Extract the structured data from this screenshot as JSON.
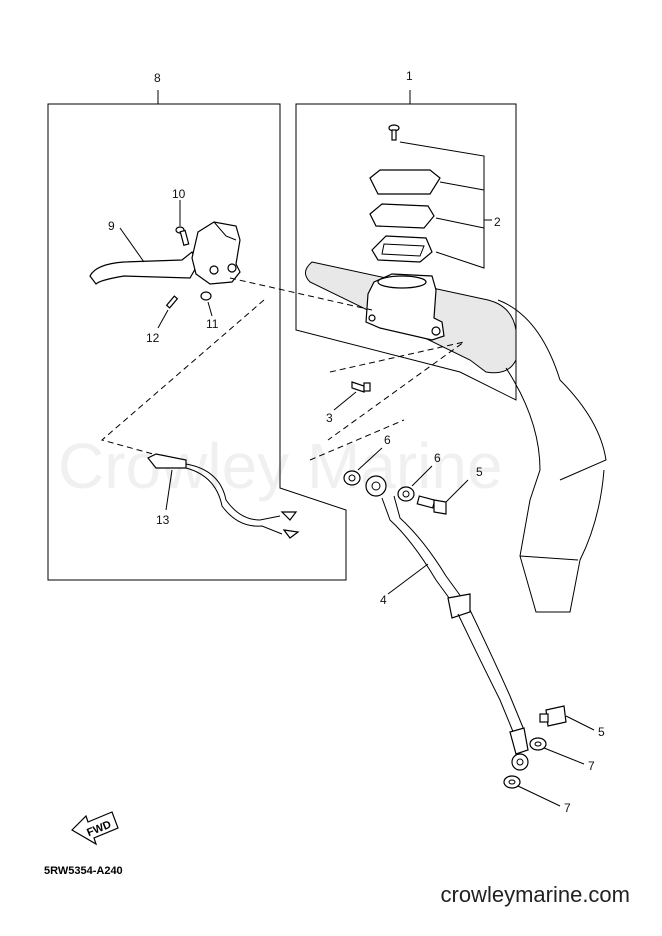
{
  "watermark": "Crowley Marine",
  "drawing_code": "5RW5354-A240",
  "footer_url": "crowleymarine.com",
  "fwd_label": "FWD",
  "callouts": {
    "c1": "1",
    "c2": "2",
    "c3": "3",
    "c4": "4",
    "c5a": "5",
    "c5b": "5",
    "c6a": "6",
    "c6b": "6",
    "c7a": "7",
    "c7b": "7",
    "c8": "8",
    "c9": "9",
    "c10": "10",
    "c11": "11",
    "c12": "12",
    "c13": "13"
  }
}
